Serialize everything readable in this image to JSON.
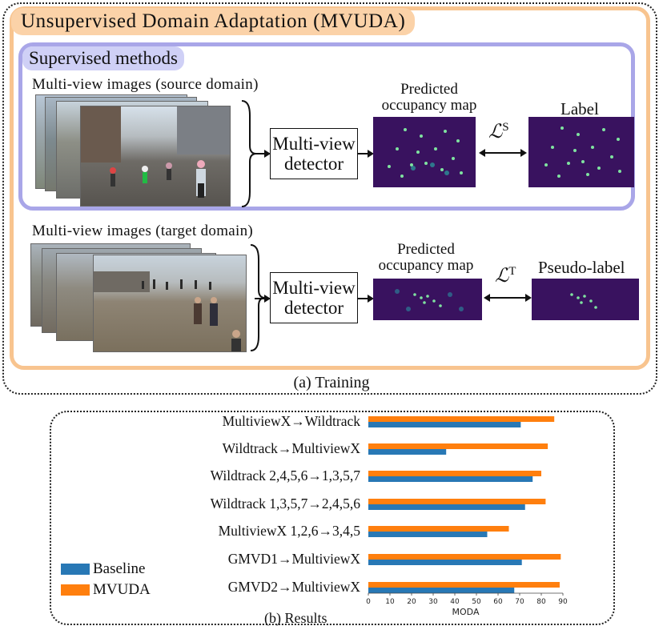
{
  "training": {
    "uda_title": "Unsupervised Domain Adaptation (MVUDA)",
    "supervised_title": "Supervised methods",
    "source_label": "Multi-view images (source domain)",
    "target_label": "Multi-view images (target domain)",
    "detector_line1": "Multi-view",
    "detector_line2": "detector",
    "pred_line1": "Predicted",
    "pred_line2": "occupancy map",
    "loss_source_main": "ℒ",
    "loss_source_sup": "S",
    "loss_target_main": "ℒ",
    "loss_target_sup": "T",
    "label": "Label",
    "pseudo_label": "Pseudo-label",
    "caption": "(a) Training"
  },
  "results": {
    "caption": "(b) Results",
    "legend": [
      {
        "name": "Baseline",
        "color": "#2878b5"
      },
      {
        "name": "MVUDA",
        "color": "#ff7f0e"
      }
    ]
  },
  "chart_data": {
    "type": "bar",
    "orientation": "horizontal",
    "categories": [
      "MultiviewX→Wildtrack",
      "Wildtrack→MultiviewX",
      "Wildtrack 2,4,5,6→1,3,5,7",
      "Wildtrack 1,3,5,7→2,4,5,6",
      "MultiviewX 1,2,6→3,4,5",
      "GMVD1→MultiviewX",
      "GMVD2→MultiviewX"
    ],
    "series": [
      {
        "name": "Baseline",
        "color": "#2878b5",
        "values": [
          70.5,
          36,
          76,
          72.5,
          55,
          71,
          67.5
        ]
      },
      {
        "name": "MVUDA",
        "color": "#ff7f0e",
        "values": [
          86,
          83,
          80,
          82,
          65,
          89,
          88.5
        ]
      }
    ],
    "xlabel": "MODA",
    "xlim": [
      0,
      90
    ],
    "xticks": [
      0,
      10,
      20,
      30,
      40,
      50,
      60,
      70,
      80,
      90
    ],
    "legend_position": "bottom-left",
    "grid": false
  }
}
